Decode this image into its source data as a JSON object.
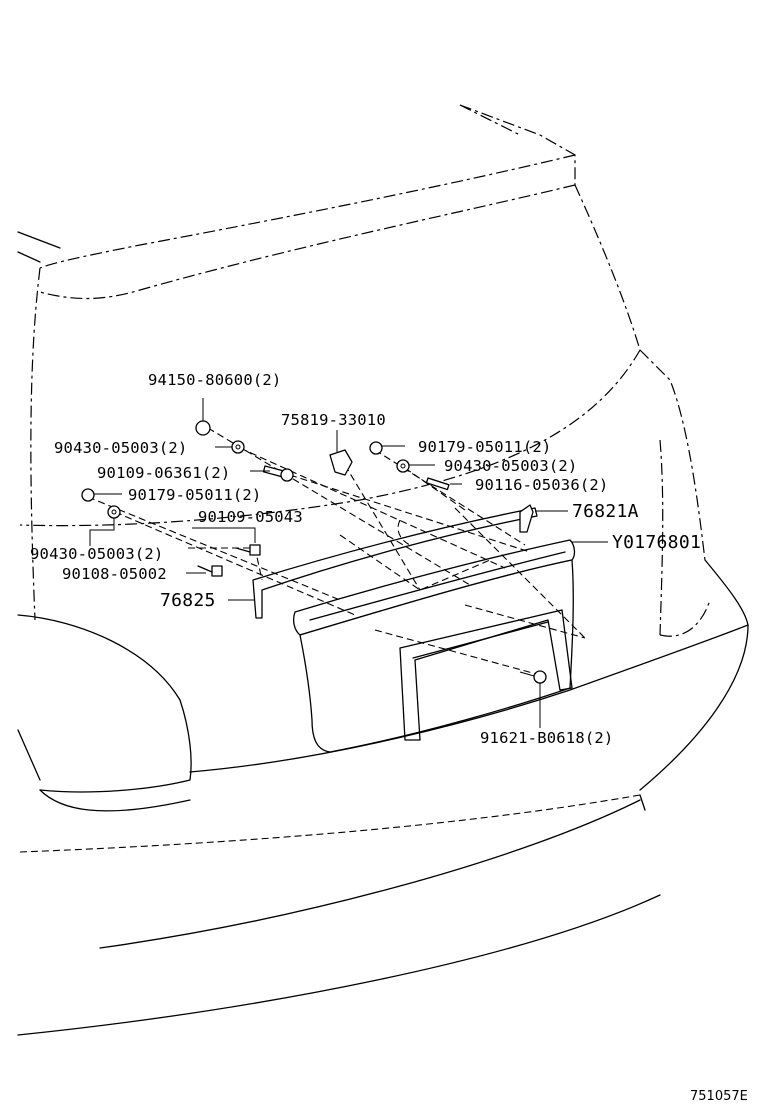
{
  "diagram_id": "751057E",
  "callouts": [
    {
      "id": "c1",
      "text": "94150-80600(2)"
    },
    {
      "id": "c2",
      "text": "75819-33010"
    },
    {
      "id": "c3",
      "text": "90430-05003(2)"
    },
    {
      "id": "c4",
      "text": "90179-05011(2)"
    },
    {
      "id": "c5",
      "text": "90109-06361(2)"
    },
    {
      "id": "c6",
      "text": "90430-05003(2)"
    },
    {
      "id": "c7",
      "text": "90116-05036(2)"
    },
    {
      "id": "c8",
      "text": "90179-05011(2)"
    },
    {
      "id": "c9",
      "text": "76821A"
    },
    {
      "id": "c10",
      "text": "90109-05043"
    },
    {
      "id": "c11",
      "text": "Y0176801"
    },
    {
      "id": "c12",
      "text": "90430-05003(2)"
    },
    {
      "id": "c13",
      "text": "90108-05002"
    },
    {
      "id": "c14",
      "text": "76825"
    },
    {
      "id": "c15",
      "text": "91621-B0618(2)"
    }
  ]
}
